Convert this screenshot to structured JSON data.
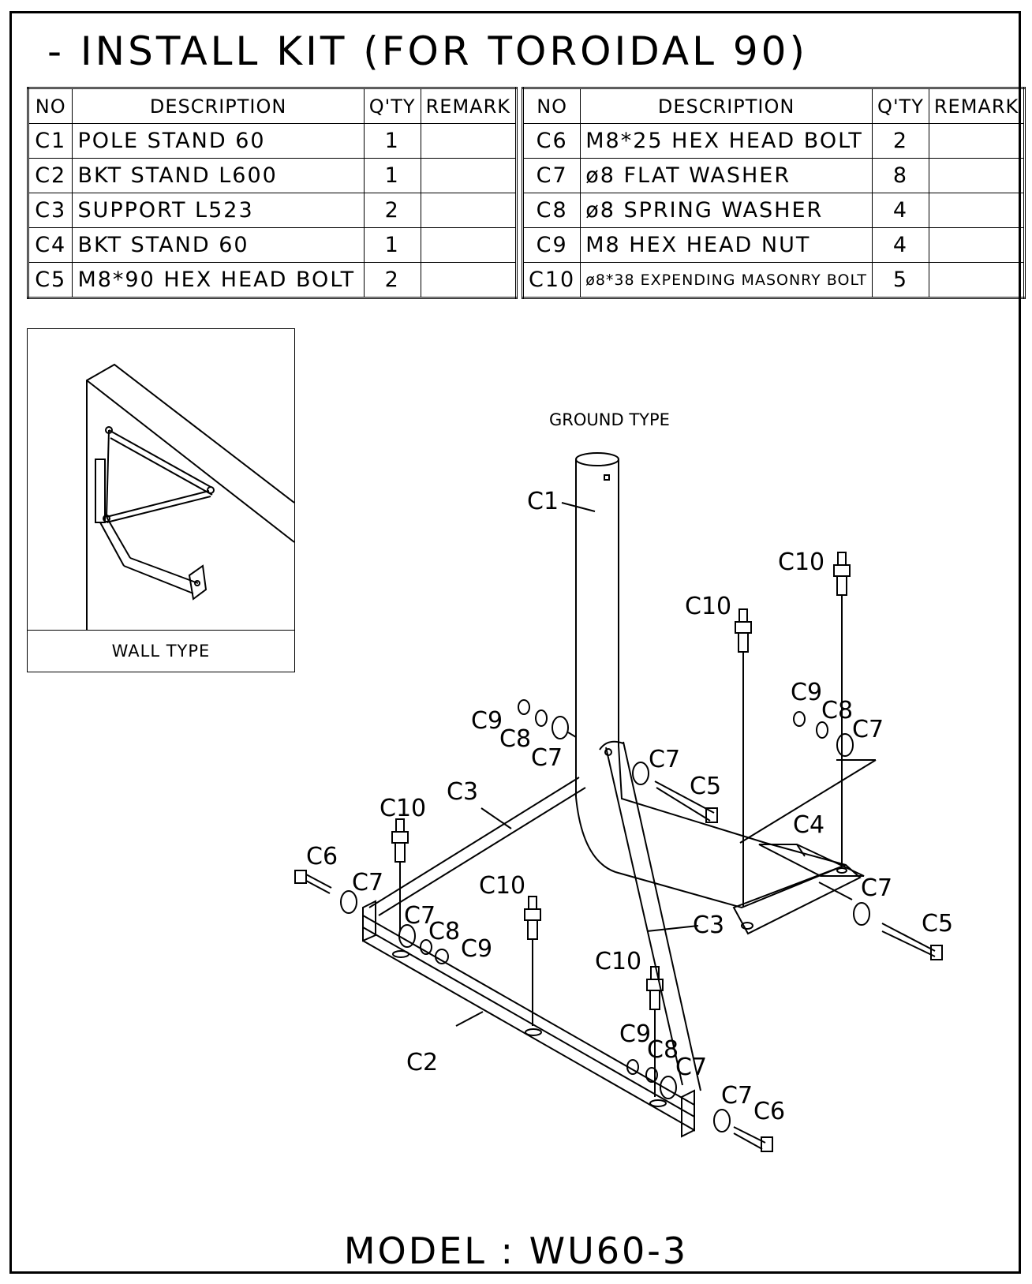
{
  "title": "- INSTALL KIT (FOR TOROIDAL 90)",
  "table_headers": {
    "no": "NO",
    "description": "DESCRIPTION",
    "qty": "Q'TY",
    "remark": "REMARK"
  },
  "parts_left": [
    {
      "no": "C1",
      "description": "POLE STAND 60",
      "qty": "1",
      "remark": ""
    },
    {
      "no": "C2",
      "description": "BKT STAND L600",
      "qty": "1",
      "remark": ""
    },
    {
      "no": "C3",
      "description": "SUPPORT L523",
      "qty": "2",
      "remark": ""
    },
    {
      "no": "C4",
      "description": "BKT STAND 60",
      "qty": "1",
      "remark": ""
    },
    {
      "no": "C5",
      "description": "M8*90 HEX HEAD BOLT",
      "qty": "2",
      "remark": ""
    }
  ],
  "parts_right": [
    {
      "no": "C6",
      "description": "M8*25 HEX HEAD BOLT",
      "qty": "2",
      "remark": ""
    },
    {
      "no": "C7",
      "description": "ø8 FLAT WASHER",
      "qty": "8",
      "remark": ""
    },
    {
      "no": "C8",
      "description": "ø8 SPRING WASHER",
      "qty": "4",
      "remark": ""
    },
    {
      "no": "C9",
      "description": "M8 HEX HEAD NUT",
      "qty": "4",
      "remark": ""
    },
    {
      "no": "C10",
      "description": "ø8*38 EXPENDING MASONRY BOLT",
      "qty": "5",
      "remark": ""
    }
  ],
  "wall_type_label": "WALL TYPE",
  "ground_type_label": "GROUND TYPE",
  "callouts": {
    "c1": "C1",
    "c2": "C2",
    "c3": "C3",
    "c4": "C4",
    "c5": "C5",
    "c6": "C6",
    "c7": "C7",
    "c8": "C8",
    "c9": "C9",
    "c10": "C10"
  },
  "model": "MODEL : WU60-3"
}
